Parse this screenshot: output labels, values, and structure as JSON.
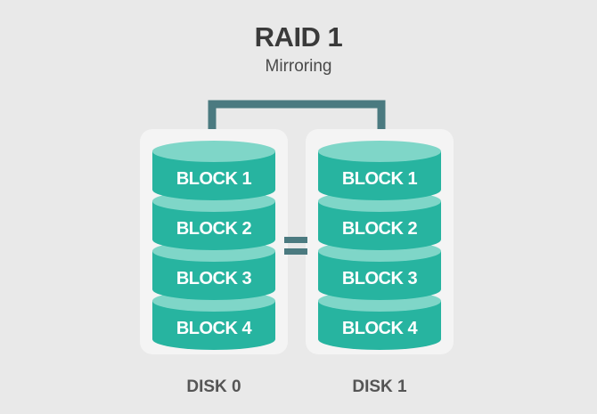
{
  "title": "RAID 1",
  "subtitle": "Mirroring",
  "connector_symbol": "=",
  "colors": {
    "background": "#e9e9e9",
    "disk_panel": "#f4f4f4",
    "block_side": "#27b4a0",
    "block_top": "#7fd6c8",
    "connector": "#4b7a80"
  },
  "disks": [
    {
      "label": "DISK 0",
      "blocks": [
        "BLOCK 1",
        "BLOCK 2",
        "BLOCK 3",
        "BLOCK 4"
      ]
    },
    {
      "label": "DISK 1",
      "blocks": [
        "BLOCK 1",
        "BLOCK 2",
        "BLOCK 3",
        "BLOCK 4"
      ]
    }
  ]
}
